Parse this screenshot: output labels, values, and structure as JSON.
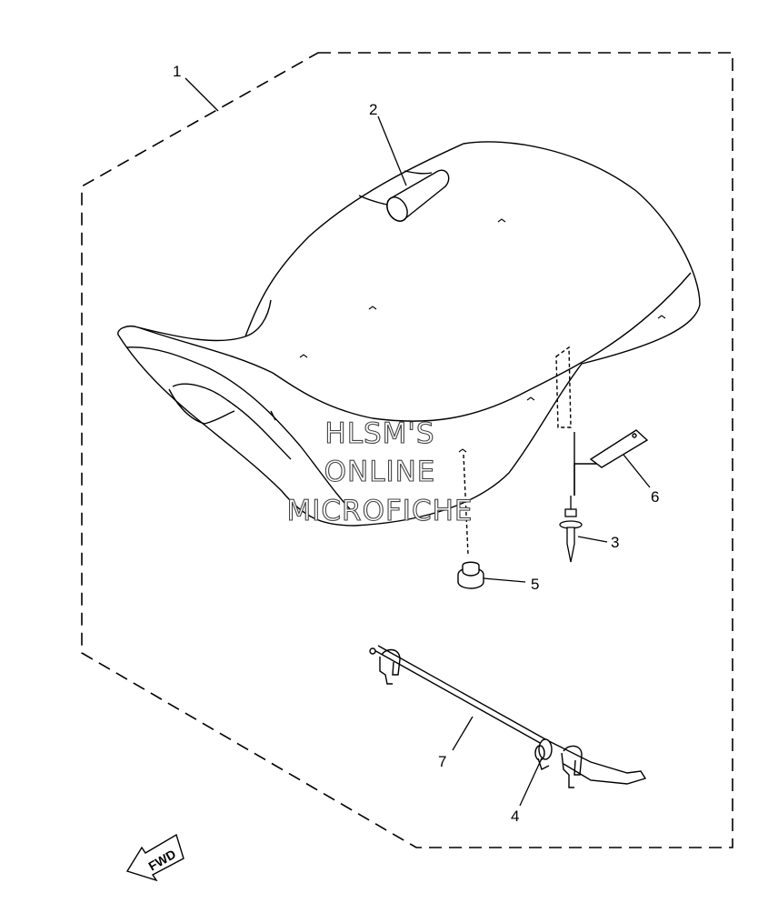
{
  "callouts": {
    "c1": "1",
    "c2": "2",
    "c3": "3",
    "c4": "4",
    "c5": "5",
    "c6": "6",
    "c7": "7"
  },
  "watermark": {
    "line1": "HLSM'S",
    "line2": "ONLINE",
    "line3": "MICROFICHE"
  },
  "fwd_label": "FWD",
  "colors": {
    "line": "#000000",
    "background": "#ffffff"
  }
}
